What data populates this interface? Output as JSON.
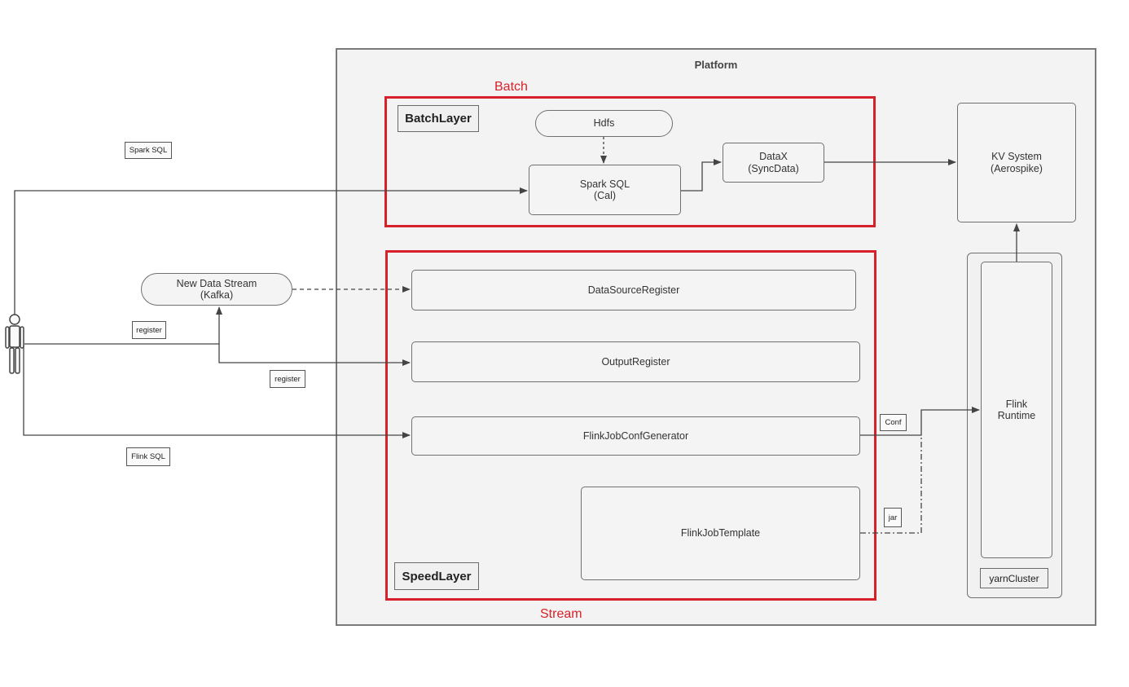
{
  "platform": {
    "title": "Platform"
  },
  "batch": {
    "region_label": "Batch",
    "layer_label": "BatchLayer",
    "hdfs": "Hdfs",
    "spark_sql": "Spark SQL\n(Cal)",
    "datax": "DataX\n(SyncData)"
  },
  "kv": {
    "label": "KV System\n(Aerospike)"
  },
  "stream": {
    "region_label": "Stream",
    "layer_label": "SpeedLayer",
    "datasource_register": "DataSourceRegister",
    "output_register": "OutputRegister",
    "conf_generator": "FlinkJobConfGenerator",
    "job_template": "FlinkJobTemplate"
  },
  "yarn": {
    "runtime": "Flink\nRuntime",
    "cluster_label": "yarnCluster"
  },
  "external": {
    "kafka": "New Data Stream\n(Kafka)",
    "spark_sql_tag": "Spark SQL",
    "register_tag_1": "register",
    "register_tag_2": "register",
    "flink_sql_tag": "Flink SQL",
    "conf_tag": "Conf",
    "jar_tag": "jar"
  },
  "colors": {
    "highlight": "#d6202a",
    "stroke": "#444444",
    "fill": "#f3f3f3"
  },
  "icons": {
    "user": "user-stick-figure-icon"
  }
}
